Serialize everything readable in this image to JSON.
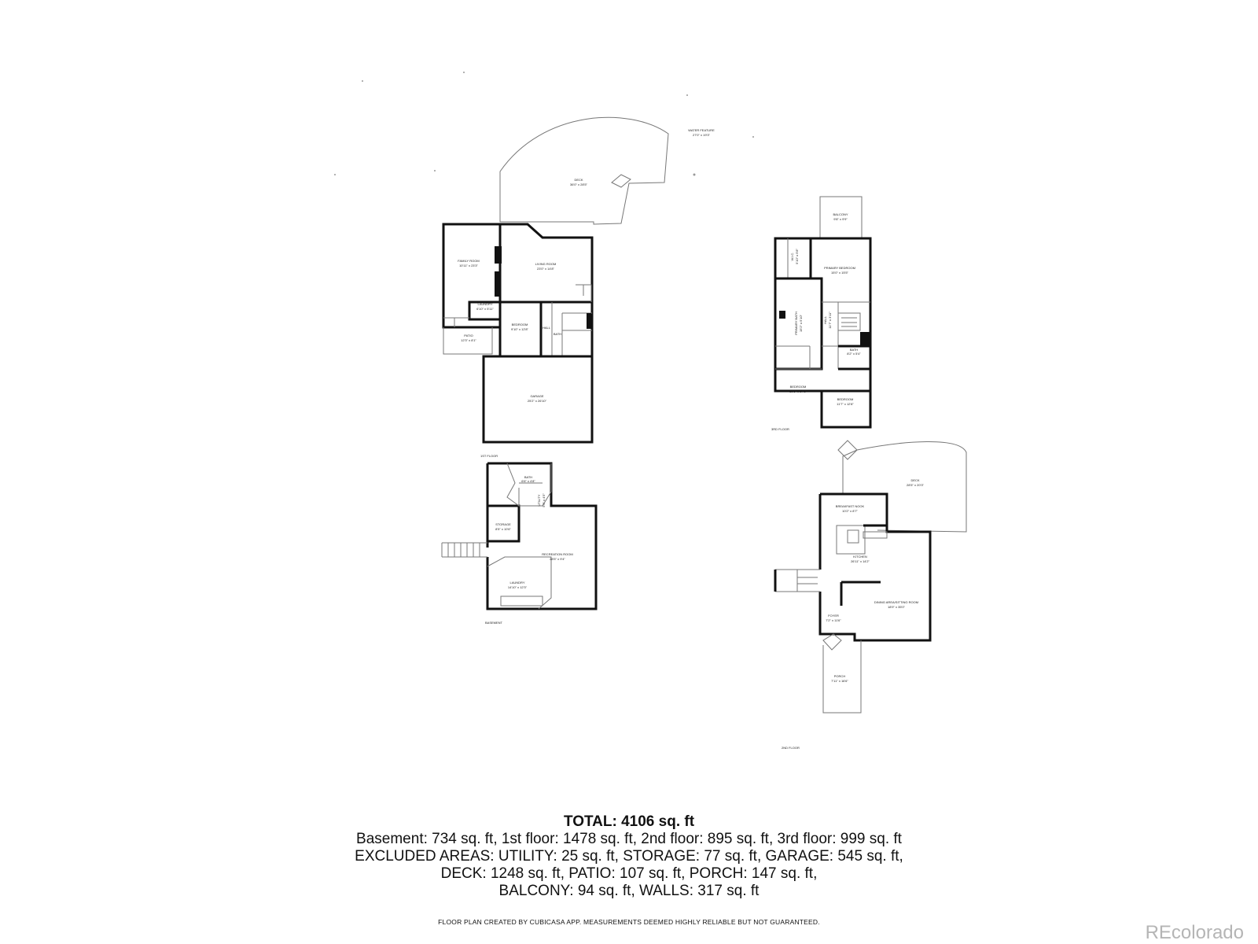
{
  "summary": {
    "total": "TOTAL: 4106 sq. ft",
    "line1": "Basement: 734 sq. ft, 1st floor: 1478 sq. ft, 2nd floor: 895 sq. ft, 3rd floor: 999 sq. ft",
    "line2": "EXCLUDED AREAS: UTILITY: 25 sq. ft, STORAGE: 77 sq. ft, GARAGE: 545 sq. ft,",
    "line3": "DECK: 1248 sq. ft, PATIO: 107 sq. ft, PORCH: 147 sq. ft,",
    "line4": "BALCONY: 94 sq. ft, WALLS: 317 sq. ft"
  },
  "disclaimer": "FLOOR PLAN CREATED BY CUBICASA APP. MEASUREMENTS DEEMED HIGHLY RELIABLE BUT NOT GUARANTEED.",
  "brand": "REcolorado",
  "floors": {
    "first": {
      "label": "1ST FLOOR",
      "water_feature": "WATER FEATURE",
      "water_feature_dim": "27'0\" x 19'3\"",
      "deck": "DECK",
      "deck_dim": "36'0\" x 28'5\"",
      "family_room": "FAMILY ROOM",
      "family_room_dim": "10'11\" x 23'3\"",
      "living_room": "LIVING ROOM",
      "living_room_dim": "23'0\" x 14'8\"",
      "laundry": "LAUNDRY",
      "laundry_dim": "6'10\" x 5'11\"",
      "bedroom": "BEDROOM",
      "bedroom_dim": "9'10\" x 12'8\"",
      "patio": "PATIO",
      "patio_dim": "12'3\" x 8'1\"",
      "hall": "HALL",
      "bath": "BATH",
      "garage": "GARAGE",
      "garage_dim": "25'2\" x 26'10\""
    },
    "third": {
      "label": "3RD FLOOR",
      "balcony": "BALCONY",
      "balcony_dim": "9'8\" x 9'9\"",
      "wic": "W.I.C.",
      "wic_dim": "5'10\" x 5'8\"",
      "primary_bedroom": "PRIMARY BEDROOM",
      "primary_bedroom_dim": "15'0\" x 15'5\"",
      "primary_bath": "PRIMARY BATH",
      "primary_bath_dim": "15'2\" x 5'10\"",
      "hall": "HALL",
      "hall_dim": "11'7\" x 3'11\"",
      "bath": "BATH",
      "bath_dim": "8'2\" x 5'4\"",
      "bedroom_a": "BEDROOM",
      "bedroom_a_dim": "10'6\" x 14'1\"",
      "bedroom_b": "BEDROOM",
      "bedroom_b_dim": "11'7\" x 12'8\""
    },
    "basement": {
      "label": "BASEMENT",
      "bath": "BATH",
      "bath_dim": "6'6\" x 4'8\"",
      "utility": "UTILITY",
      "utility_dim": "5'9\" x 4'5\"",
      "storage": "STORAGE",
      "storage_dim": "8'5\" x 10'6\"",
      "recreation_room": "RECREATION ROOM",
      "recreation_room_dim": "28'5\" x 9'4\"",
      "laundry": "LAUNDRY",
      "laundry_dim": "14'10\" x 12'3\""
    },
    "second": {
      "label": "2ND FLOOR",
      "deck": "DECK",
      "deck_dim": "28'5\" x 20'3\"",
      "breakfast_nook": "BREAKFAST NOOK",
      "breakfast_nook_dim": "10'2\" x 8'7\"",
      "kitchen": "KITCHEN",
      "kitchen_dim": "26'11\" x 14'2\"",
      "dining": "DINING AREA/SITTING ROOM",
      "dining_dim": "18'9\" x 35'0\"",
      "foyer": "FOYER",
      "foyer_dim": "7'2\" x 11'6\"",
      "porch": "PORCH",
      "porch_dim": "7'11\" x 16'6\""
    }
  }
}
